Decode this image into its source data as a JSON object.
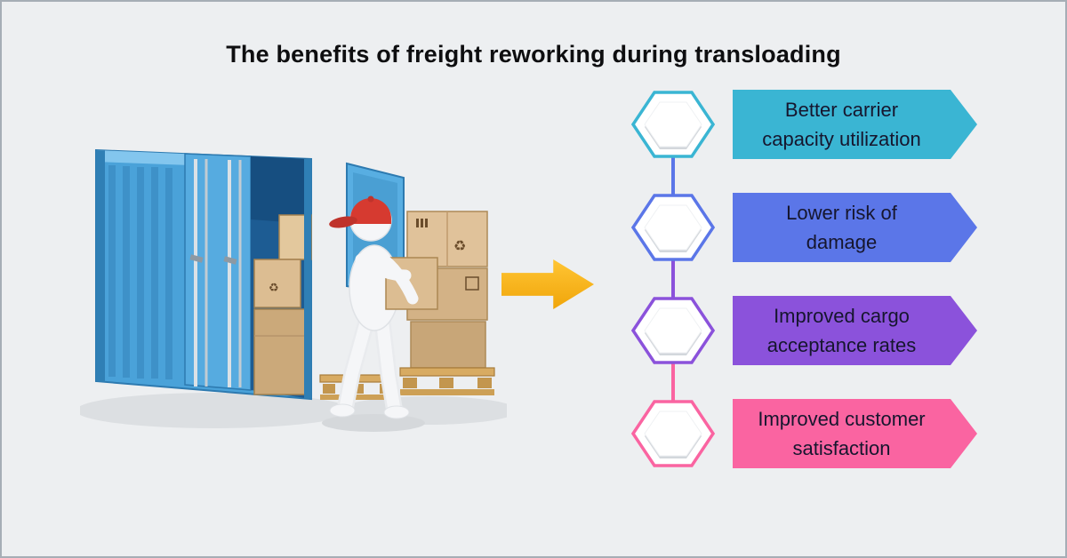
{
  "page": {
    "title": "The benefits of freight reworking during transloading",
    "background_color": "#edeff1",
    "border_color": "#a6aeb6",
    "text_color": "#16162e"
  },
  "arrow": {
    "color": "#f0a50a"
  },
  "icons": {
    "recycle_glyph": "♻"
  },
  "illustration": {
    "description": "3D white figure wearing a red cap moving cardboard boxes on wooden pallets out of an open blue shipping container",
    "container_color": "#4aa2d9",
    "box_color": "#d5b487",
    "cap_color": "#d63a30"
  },
  "benefits": [
    {
      "label": "Better carrier capacity utilization",
      "lines": [
        "Better carrier",
        "capacity utilization"
      ],
      "color": "#3ab5d3"
    },
    {
      "label": "Lower risk of damage",
      "lines": [
        "Lower risk of",
        "damage"
      ],
      "color": "#5b76e8"
    },
    {
      "label": "Improved cargo acceptance rates",
      "lines": [
        "Improved cargo",
        "acceptance rates"
      ],
      "color": "#8b52db"
    },
    {
      "label": "Improved customer satisfaction",
      "lines": [
        "Improved customer",
        "satisfaction"
      ],
      "color": "#fa64a1"
    }
  ]
}
